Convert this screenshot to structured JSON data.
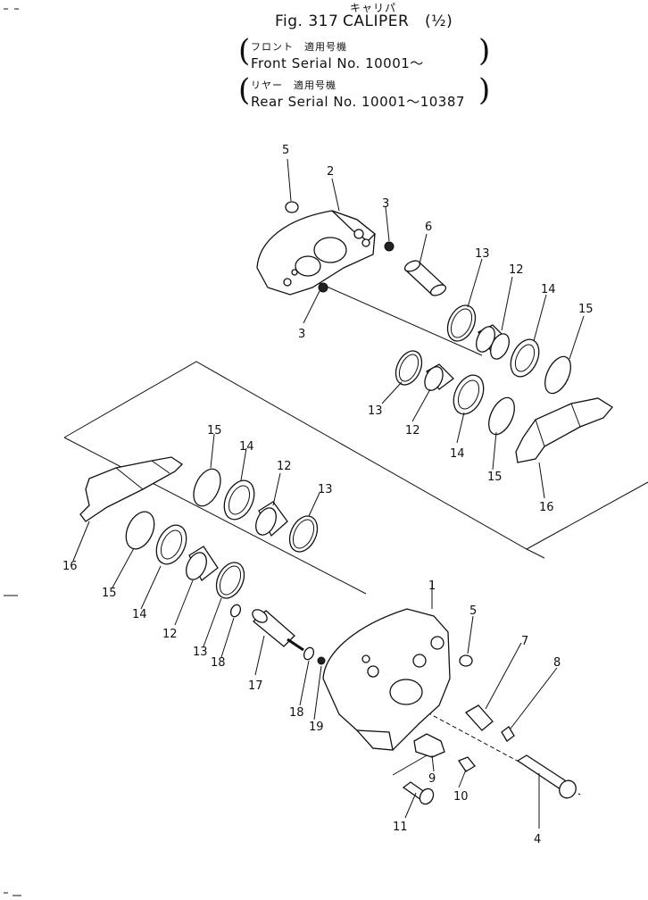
{
  "header": {
    "jp_title": "キャリパ",
    "fig_number": "Fig. 317",
    "fig_name": "CALIPER",
    "fig_part": "(½)",
    "front_jp": "フロント　適用号機",
    "front_line": "Front  Serial  No. 10001～",
    "rear_jp": "リヤー　適用号機",
    "rear_line": "Rear   Serial  No. 10001～10387"
  },
  "callouts": {
    "c1": "1",
    "c2": "2",
    "c3a": "3",
    "c3b": "3",
    "c4": "4",
    "c5a": "5",
    "c5b": "5",
    "c6": "6",
    "c7": "7",
    "c8": "8",
    "c9": "9",
    "c10": "10",
    "c11": "11",
    "c12a": "12",
    "c12b": "12",
    "c12c": "12",
    "c12d": "12",
    "c13a": "13",
    "c13b": "13",
    "c13c": "13",
    "c13d": "13",
    "c14a": "14",
    "c14b": "14",
    "c14c": "14",
    "c14d": "14",
    "c15a": "15",
    "c15b": "15",
    "c15c": "15",
    "c15d": "15",
    "c16a": "16",
    "c16b": "16",
    "c17": "17",
    "c18a": "18",
    "c18b": "18",
    "c19": "19"
  },
  "colors": {
    "ink": "#111111",
    "paper": "#ffffff"
  }
}
